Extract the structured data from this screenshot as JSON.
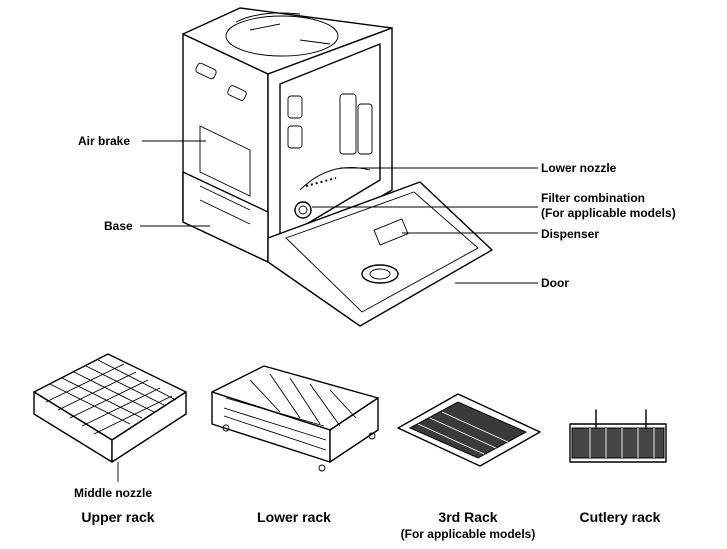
{
  "callouts": {
    "air_brake": "Air brake",
    "base": "Base",
    "lower_nozzle": "Lower nozzle",
    "filter_combination": "Filter combination",
    "filter_note": "(For applicable models)",
    "dispenser": "Dispenser",
    "door": "Door",
    "middle_nozzle": "Middle nozzle"
  },
  "racks": {
    "upper": "Upper rack",
    "lower": "Lower rack",
    "third": "3rd Rack",
    "third_note": "(For applicable models)",
    "cutlery": "Cutlery rack"
  }
}
